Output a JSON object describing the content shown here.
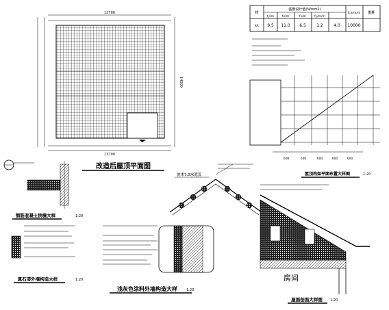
{
  "plan": {
    "title": "改造后屋顶平面图",
    "dims": {
      "top": "13700",
      "right": "14000",
      "bottom": "13700"
    }
  },
  "table": {
    "header_main": "强度设计值(N/mm2)",
    "col_symbol": "材",
    "col_c1": "fy/m",
    "col_c2": "fv/m",
    "col_c3": "fv/m",
    "col_c4": "fy/m/m",
    "col_c5": "fce/m/m",
    "col_last": "重量",
    "row_symbol": "kk",
    "row_values": [
      "9.5",
      "11.0",
      "6.5",
      "1.2",
      "4.0",
      "10000"
    ]
  },
  "section_detail": {
    "title": "屋顶构架平面布置大样图",
    "scale": "1:20",
    "dims": [
      "600",
      "600",
      "600",
      "600",
      "600"
    ]
  },
  "left_details": {
    "flashing_title": "钢筋混凝土挑檐大样",
    "flashing_scale": "1:20",
    "stone_title": "真石漆外墙构造大样",
    "stone_scale": "1:20"
  },
  "ridge_detail": {
    "label": "仿木7.5水泥瓦"
  },
  "wall_detail": {
    "title": "浅灰色涂料外墙构造大样",
    "scale": "1:20"
  },
  "roof_detail": {
    "title": "屋面剖面大样图",
    "scale": "1:20",
    "room_label": "房间"
  }
}
